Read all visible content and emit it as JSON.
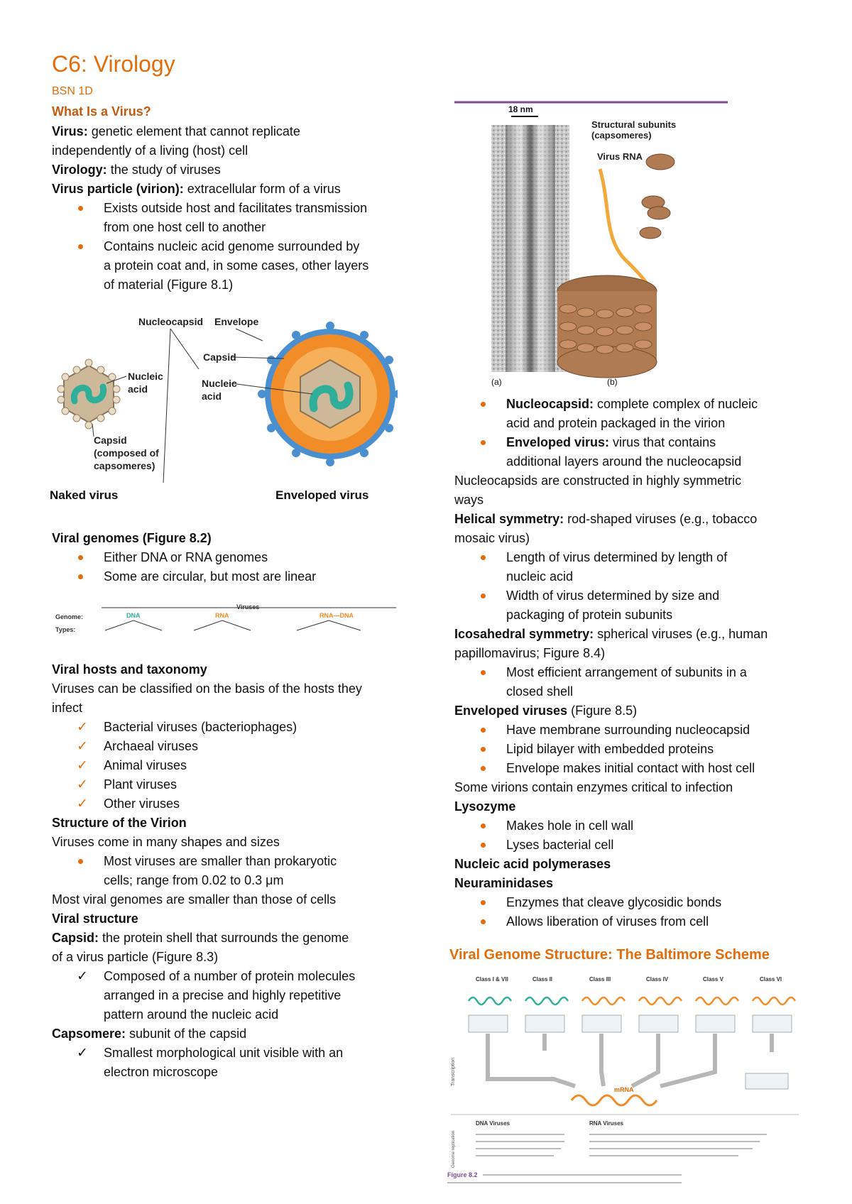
{
  "title": "C6: Virology",
  "subtitle": "BSN 1D",
  "left": {
    "what_heading": "What Is a Virus?",
    "virus_term": "Virus:",
    "virus_def_1": " genetic element that cannot replicate",
    "virus_def_2": "independently of a living (host) cell",
    "virology_term": "Virology:",
    "virology_def": " the study of viruses",
    "particle_term": "Virus particle (virion):",
    "particle_def": " extracellular form of a virus",
    "b1_l1": "Exists outside host and facilitates transmission",
    "b1_l2": "from one host cell to another",
    "b2_l1": "Contains nucleic acid genome surrounded by",
    "b2_l2": "a protein coat and, in some cases, other layers",
    "b2_l3": "of material (Figure 8.1)",
    "fig1": {
      "nucleocapsid": "Nucleocapsid",
      "envelope": "Envelope",
      "capsid": "Capsid",
      "nucleic1": "Nucleic",
      "acid1": "acid",
      "nucleic2": "Nucleic",
      "acid2": "acid",
      "capsid_note1": "Capsid",
      "capsid_note2": "(composed of",
      "capsid_note3": "capsomeres)",
      "naked": "Naked virus",
      "enveloped": "Enveloped virus"
    },
    "genomes_heading": "Viral genomes (Figure 8.2)",
    "g1": "Either DNA or RNA genomes",
    "g2": "Some are circular, but most are linear",
    "fig2": {
      "viruses": "Viruses",
      "genome": "Genome:",
      "types": "Types:",
      "dna": "DNA",
      "rna": "RNA",
      "rna_dna": "RNA—DNA"
    },
    "hosts_heading": "Viral hosts and taxonomy",
    "hosts_l1": "Viruses can be classified on the basis of the hosts they",
    "hosts_l2": "infect",
    "h1": "Bacterial viruses (bacteriophages)",
    "h2": "Archaeal viruses",
    "h3": "Animal viruses",
    "h4": "Plant viruses",
    "h5": "Other viruses",
    "struct_heading": "Structure of the Virion",
    "struct_l1": "Viruses come in many shapes and sizes",
    "s1_l1": "Most viruses are smaller than prokaryotic",
    "s1_l2": "cells; range from 0.02 to 0.3 μm",
    "struct_l2": "Most viral genomes are smaller than those of cells",
    "vs_heading": "Viral structure",
    "capsid_term": "Capsid:",
    "capsid_def_1": " the protein shell that surrounds the genome",
    "capsid_def_2": "of a virus particle (Figure 8.3)",
    "c1_l1": "Composed of a number of protein molecules",
    "c1_l2": "arranged in a precise and highly repetitive",
    "c1_l3": "pattern around the nucleic acid",
    "capsomere_term": "Capsomere:",
    "capsomere_def": " subunit of the capsid",
    "cm1_l1": "Smallest morphological unit visible with an",
    "cm1_l2": "electron microscope"
  },
  "fig3": {
    "scale": "18 nm",
    "subunits1": "Structural subunits",
    "subunits2": "(capsomeres)",
    "rna": "Virus RNA",
    "a": "(a)",
    "b": "(b)"
  },
  "right": {
    "nuc_term": "Nucleocapsid:",
    "nuc_def_1": " complete complex of nucleic",
    "nuc_def_2": "acid and protein packaged in the virion",
    "env_term": "Enveloped virus:",
    "env_def_1": " virus that contains",
    "env_def_2": "additional layers around the nucleocapsid",
    "sym_l1": "Nucleocapsids are constructed in highly symmetric",
    "sym_l2": "ways",
    "hel_term": "Helical symmetry:",
    "hel_def_1": " rod-shaped viruses (e.g., tobacco",
    "hel_def_2": "mosaic virus)",
    "he1_l1": "Length of virus determined by length of",
    "he1_l2": "nucleic acid",
    "he2_l1": "Width of virus determined by size and",
    "he2_l2": "packaging of protein subunits",
    "ico_term": "Icosahedral symmetry:",
    "ico_def_1": " spherical viruses (e.g., human",
    "ico_def_2": "papillomavirus; Figure 8.4)",
    "ic1_l1": "Most efficient arrangement of subunits in a",
    "ic1_l2": "closed shell",
    "envs_term": "Enveloped viruses",
    "envs_def": " (Figure 8.5)",
    "e1": "Have membrane surrounding nucleocapsid",
    "e2": "Lipid bilayer with embedded proteins",
    "e3": "Envelope makes initial contact with host cell",
    "enz_l": "Some virions contain enzymes critical to infection",
    "lys_heading": "Lysozyme",
    "ly1": "Makes hole in cell wall",
    "ly2": "Lyses bacterial cell",
    "pol_heading": "Nucleic acid polymerases",
    "neu_heading": "Neuraminidases",
    "n1": "Enzymes that cleave glycosidic bonds",
    "n2": "Allows liberation of viruses from cell"
  },
  "baltimore": {
    "title": "Viral Genome Structure: The Baltimore Scheme",
    "classes": [
      "Class I & VII",
      "Class II",
      "Class III",
      "Class IV",
      "Class V",
      "Class VI"
    ],
    "mrna": "mRNA",
    "transcription": "Transcription",
    "genome_rep": "Genome replication",
    "dna_viruses": "DNA Viruses",
    "rna_viruses": "RNA Viruses",
    "caption": "Figure 8.2"
  }
}
